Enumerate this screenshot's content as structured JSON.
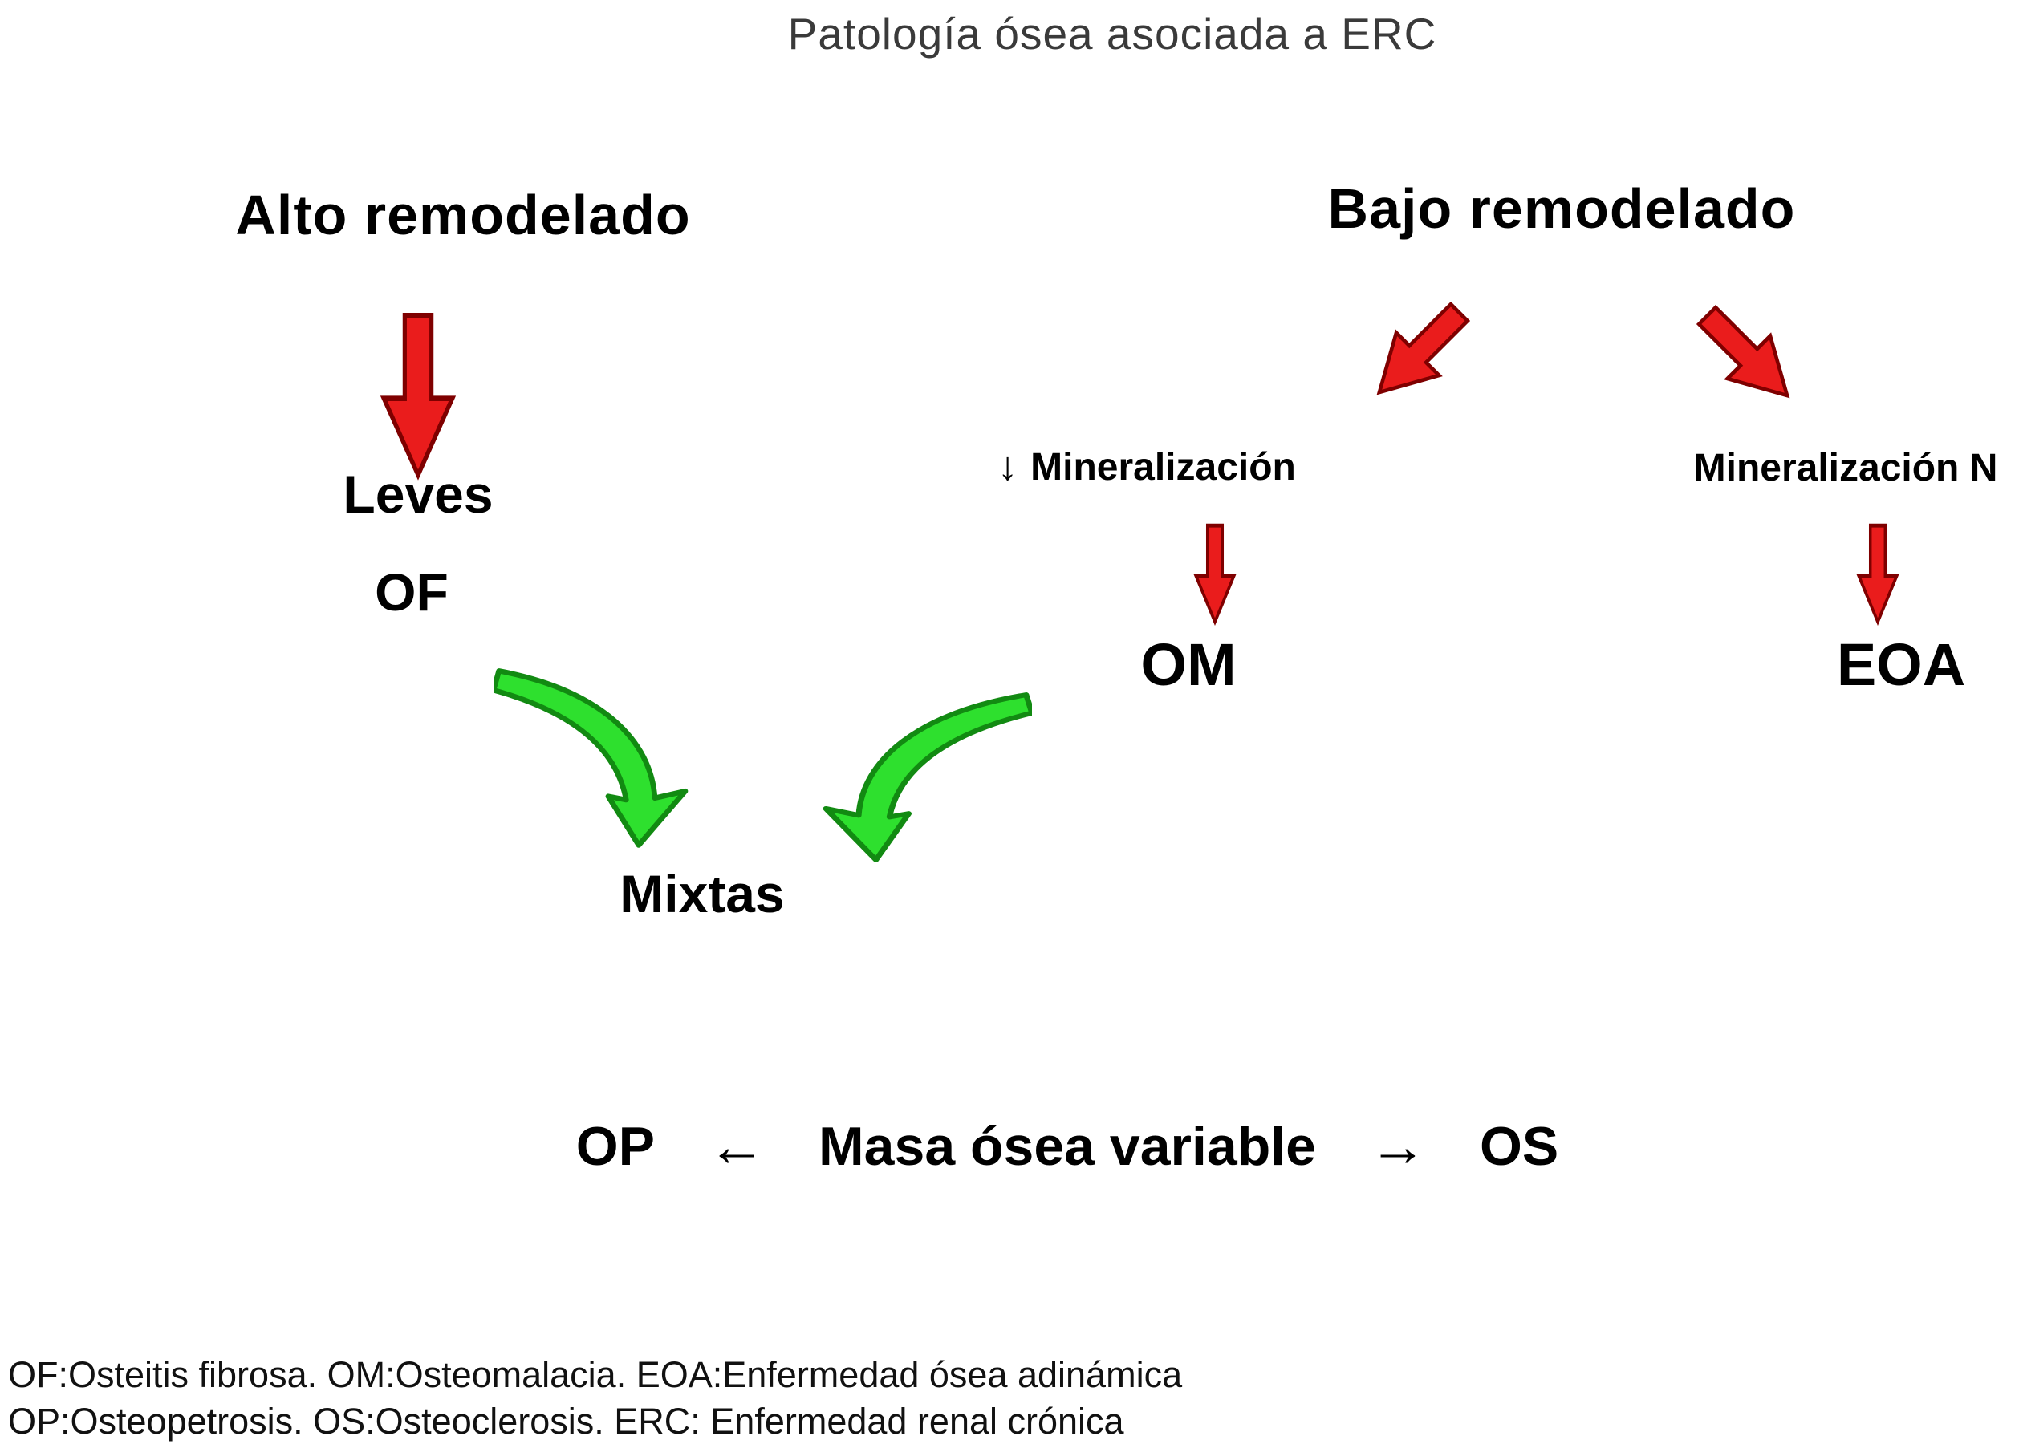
{
  "title": "Patología ósea asociada a ERC",
  "high_remodeling": {
    "heading": "Alto remodelado",
    "severity": "Leves",
    "code": "OF"
  },
  "low_remodeling": {
    "heading": "Bajo remodelado",
    "low_mineralization": {
      "arrow_glyph": "↓",
      "label": "Mineralización",
      "code": "OM"
    },
    "normal_mineralization": {
      "label": "Mineralización N",
      "code": "EOA"
    }
  },
  "mixed": {
    "label": "Mixtas"
  },
  "bone_mass": {
    "left_code": "OP",
    "left_arrow": "←",
    "label": "Masa ósea variable",
    "right_arrow": "→",
    "right_code": "OS"
  },
  "legend": {
    "line1": "OF:Osteitis fibrosa. OM:Osteomalacia. EOA:Enfermedad ósea adinámica",
    "line2": "OP:Osteopetrosis. OS:Osteoclerosis. ERC: Enfermedad renal crónica"
  },
  "colors": {
    "red_arrow_fill": "#ea1c1c",
    "red_arrow_outline": "#7f0000",
    "green_arrow_fill": "#2ee02e",
    "green_arrow_outline": "#128a12",
    "text": "#000000",
    "title_text": "#3a3a3a"
  }
}
